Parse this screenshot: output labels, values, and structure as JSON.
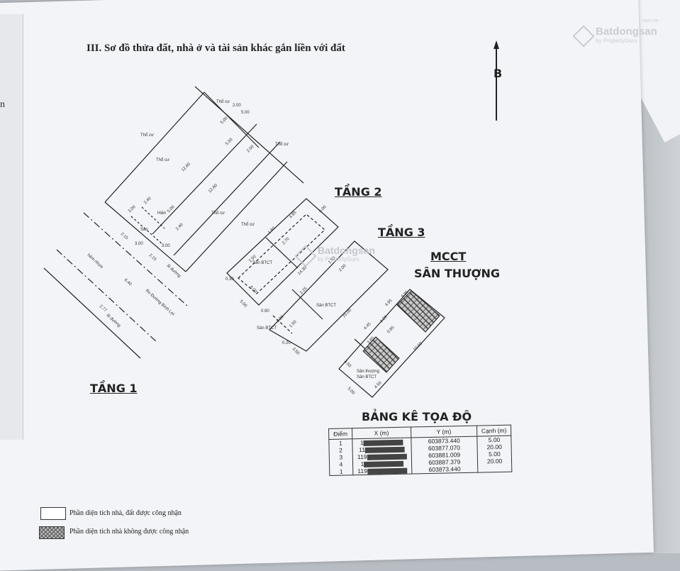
{
  "watermark": {
    "brand": "Batdongsan",
    "sub": "by PropertyGuru",
    "domain": "com.vn"
  },
  "section_title": "III. Sơ đồ thửa đất, nhà ở và tài sản khác gắn liền với đất",
  "north_label": "B",
  "side_mark": "n",
  "floors": {
    "f1": "TẦNG 1",
    "f2": "TẦNG 2",
    "f3": "TẦNG 3",
    "mcct": "MCCT",
    "rooftop": "SÂN THƯỢNG"
  },
  "plan_labels": {
    "tho_cu": "Thổ cư",
    "san": "Sân",
    "hien": "Hiên",
    "hem_nhua": "hẻm nhựa",
    "le_duong": "lề đường",
    "ro_duong": "Ro Đường Bình Lợi",
    "san_btct": "Sân BTCT",
    "san_thuong": "Sân thượng",
    "dims": [
      "5.00",
      "2.00",
      "12.60",
      "12.60",
      "5.00",
      "2.00",
      "5.00",
      "3.00",
      "2.40",
      "2.40",
      "5.00",
      "3.00",
      "3.00",
      "2.15",
      "2.15",
      "6.40",
      "2.77",
      "4.95",
      "5.00",
      "1.60",
      "2.70",
      "14.30",
      "2.50",
      "0.30",
      "5.00",
      "6.00",
      "1.50",
      "2.00",
      "0.90",
      "2.25",
      "15.00",
      "1.20",
      "1.50",
      "0.20",
      "3.50",
      "4.95",
      "4.45",
      "6.95",
      "3.85",
      "10.50",
      "4.50",
      "5.00",
      "4.50",
      "1.20",
      "0.85"
    ]
  },
  "coord_table": {
    "title": "BẢNG KÊ TỌA ĐỘ",
    "headers": [
      "Điểm",
      "X (m)",
      "Y (m)",
      "Cạnh (m)"
    ],
    "rows": [
      {
        "point": "1",
        "x_prefix": "1",
        "y": "603873.440",
        "edge": "5.00"
      },
      {
        "point": "2",
        "x_prefix": "11",
        "y": "603877.070",
        "edge": "20.00"
      },
      {
        "point": "3",
        "x_prefix": "119",
        "y": "603881.009",
        "edge": "5.00"
      },
      {
        "point": "4",
        "x_prefix": "1",
        "y": "603887.379",
        "edge": "20.00"
      },
      {
        "point": "1",
        "x_prefix": "119",
        "y": "603873.440",
        "edge": ""
      }
    ]
  },
  "legend": {
    "recognized": "Phần diện tích nhà, đất được công nhận",
    "not_recognized": "Phần diện tích nhà không được công nhận"
  }
}
